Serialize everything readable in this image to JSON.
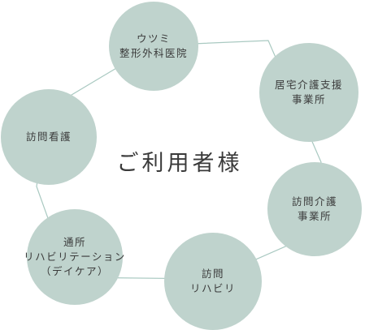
{
  "colors": {
    "node_fill": "#bfd3cd",
    "connector": "#a9c9c1",
    "text": "#3a3a3a"
  },
  "center": {
    "label": "ご利用者様"
  },
  "nodes": [
    {
      "id": "clinic",
      "lines": [
        "ウツミ",
        "整形外科医院"
      ]
    },
    {
      "id": "care-support",
      "lines": [
        "居宅介護支援",
        "事業所"
      ]
    },
    {
      "id": "home-care",
      "lines": [
        "訪問介護",
        "事業所"
      ]
    },
    {
      "id": "home-rehab",
      "lines": [
        "訪問",
        "リハビリ"
      ]
    },
    {
      "id": "day-care",
      "lines": [
        "通所",
        "リハビリテーション",
        "（デイケア）"
      ]
    },
    {
      "id": "home-nursing",
      "lines": [
        "訪問看護"
      ]
    }
  ]
}
